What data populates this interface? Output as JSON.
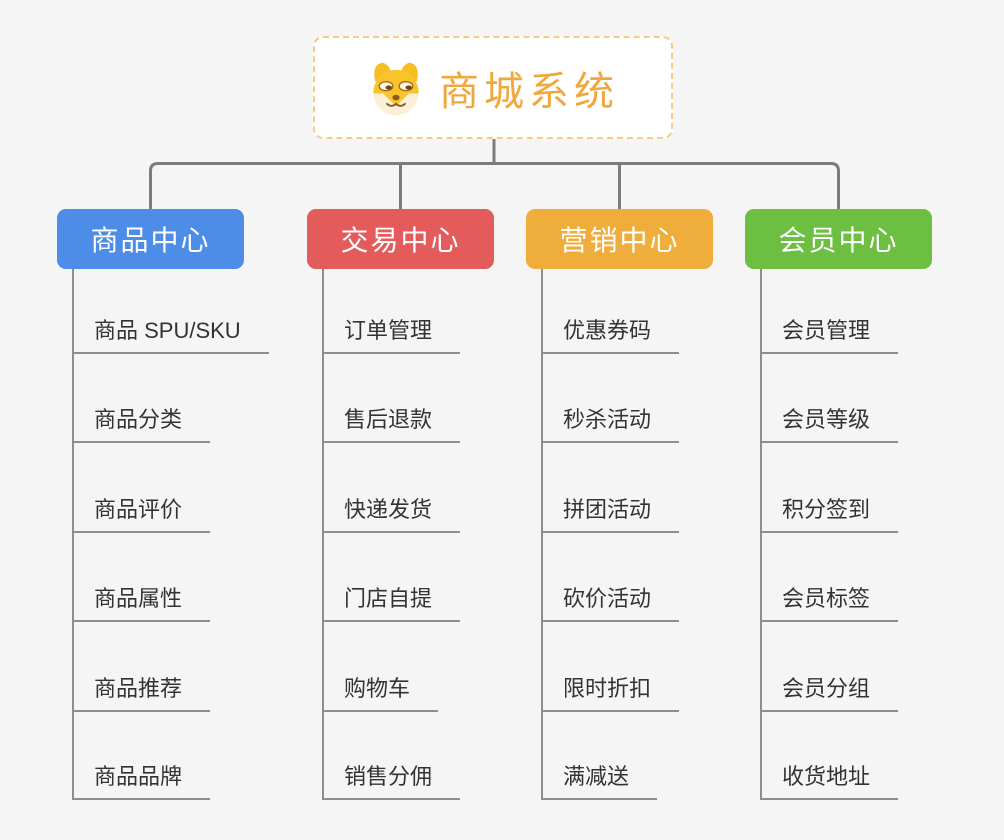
{
  "canvas": {
    "background": "#F5F5F5",
    "connector_color": "#7C7C7C",
    "child_line_color": "#8E8E8E",
    "child_text_color": "#333333"
  },
  "root": {
    "title": "商城系统",
    "icon": "shiba-dog-icon",
    "text_color": "#F0A73C",
    "border_color": "#F6CC85",
    "background": "#FFFFFF"
  },
  "branches": [
    {
      "label": "商品中心",
      "color": "#4D8DE8",
      "children": [
        "商品 SPU/SKU",
        "商品分类",
        "商品评价",
        "商品属性",
        "商品推荐",
        "商品品牌"
      ]
    },
    {
      "label": "交易中心",
      "color": "#E35B5B",
      "children": [
        "订单管理",
        "售后退款",
        "快递发货",
        "门店自提",
        "购物车",
        "销售分佣"
      ]
    },
    {
      "label": "营销中心",
      "color": "#EFAE3B",
      "children": [
        "优惠券码",
        "秒杀活动",
        "拼团活动",
        "砍价活动",
        "限时折扣",
        "满减送"
      ]
    },
    {
      "label": "会员中心",
      "color": "#6CBF40",
      "children": [
        "会员管理",
        "会员等级",
        "积分签到",
        "会员标签",
        "会员分组",
        "收货地址"
      ]
    }
  ]
}
